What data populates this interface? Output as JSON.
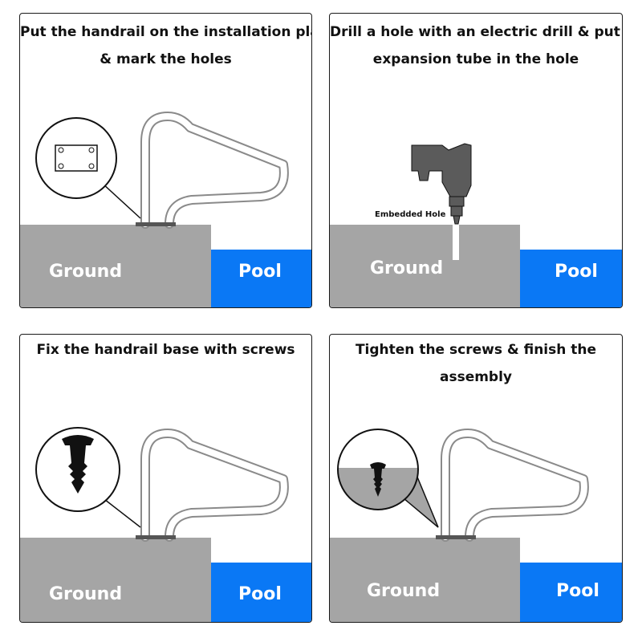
{
  "colors": {
    "ground": "#a5a5a5",
    "pool": "#0a78f5",
    "rail": "#8a8a8a",
    "drill": "#5b5b5b"
  },
  "panels": [
    {
      "caption_line1": "Put the handrail on the installation place",
      "caption_line2": "& mark the holes",
      "ground": "Ground",
      "pool": "Pool",
      "inset_icon": "base-plate-holes-icon"
    },
    {
      "caption_line1": "Drill a hole with an electric drill & put the",
      "caption_line2": "expansion tube in the hole",
      "ground": "Ground",
      "pool": "Pool",
      "hole_label": "Embedded Hole",
      "icon": "electric-drill-icon"
    },
    {
      "caption_line1": "Fix the handrail base with screws",
      "ground": "Ground",
      "pool": "Pool",
      "inset_icon": "screw-icon"
    },
    {
      "caption_line1": "Tighten the screws & finish the",
      "caption_line2": "assembly",
      "ground": "Ground",
      "pool": "Pool",
      "inset_icon": "embedded-screw-icon"
    }
  ]
}
